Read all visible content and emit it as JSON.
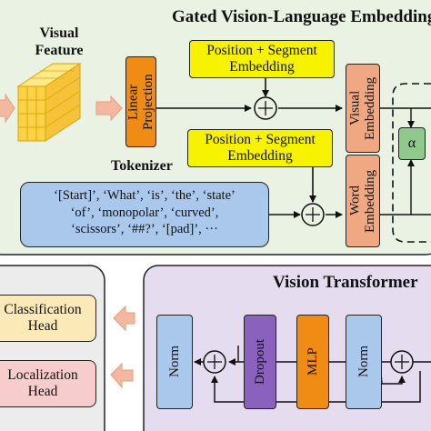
{
  "top_panel": {
    "title": "Gated Vision-Language Embedding",
    "visual_feature_label_line1": "Visual",
    "visual_feature_label_line2": "Feature",
    "linear_projection": "Linear Projection",
    "pos_seg_embedding_top": "Position + Segment Embedding",
    "pos_seg_embedding_bottom": "Position + Segment Embedding",
    "visual_embedding": "Visual Embedding",
    "word_embedding": "Word Embedding",
    "tokenizer_label": "Tokenizer",
    "token_line1": "‘[Start]’, ‘What’, ‘is’, ‘the’, ‘state’",
    "token_line2": "‘of’, ‘monopolar’, ‘curved’,",
    "token_line3": "‘scissors’, ‘##?’, ‘[pad]’, ···",
    "alpha": "α",
    "plus_symbol": "+"
  },
  "left_panel": {
    "classification_head": "Classification Head",
    "localization_head": "Localization Head"
  },
  "bottom_panel": {
    "title": "Vision Transformer",
    "norm_left": "Norm",
    "dropout": "Dropout",
    "mlp": "MLP",
    "norm_right": "Norm"
  },
  "colors": {
    "top_panel_bg": "#eaf2e3",
    "left_panel_bg": "#ececec",
    "bottom_panel_bg": "#e6dcef",
    "yellow_box": "#f7f200",
    "orange_box": "#f08c14",
    "salmon_box": "#f0a882",
    "green_box": "#8fc98c",
    "blue_box": "#a9c8ec",
    "purple_box": "#8a62be",
    "class_head": "#fbe9b8",
    "loc_head": "#f6cccc",
    "arrow_pink": "#f3b9a0"
  }
}
